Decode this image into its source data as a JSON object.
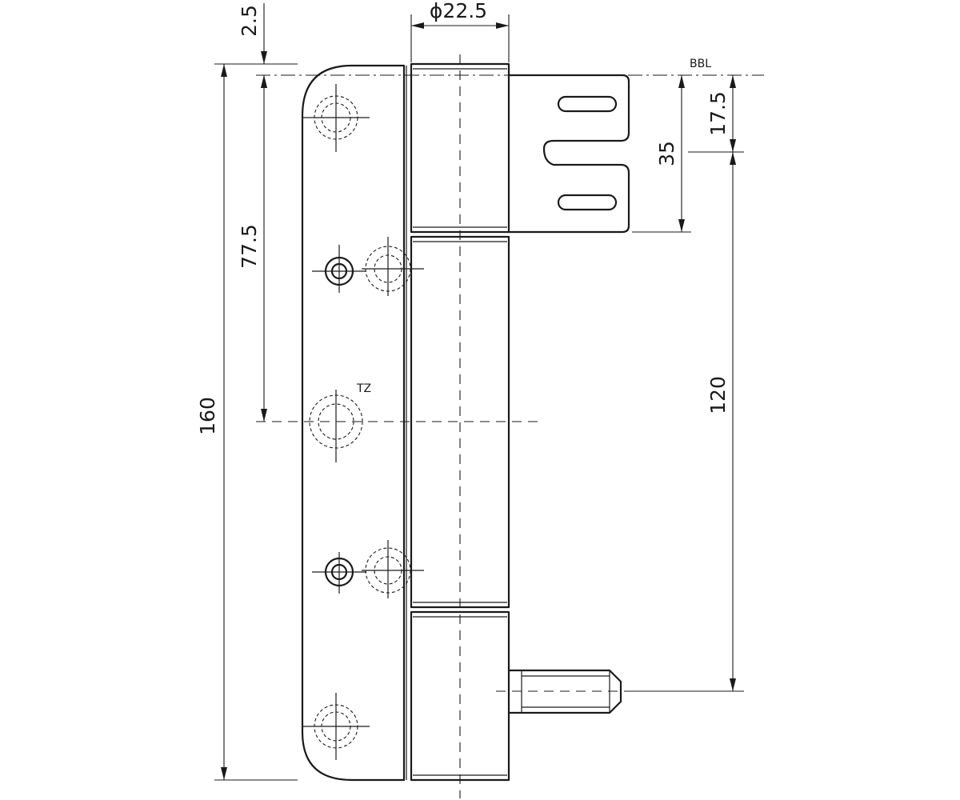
{
  "drawing": {
    "dimensions": {
      "pin_diameter": "ϕ22.5",
      "top_offset": "2.5",
      "overall_height": "160",
      "center_offset": "77.5",
      "upper_bracket_height": "35",
      "upper_bracket_offset": "17.5",
      "pin_distance": "120"
    },
    "labels": {
      "datum_line": "BBL",
      "center_mark": "TZ"
    }
  }
}
